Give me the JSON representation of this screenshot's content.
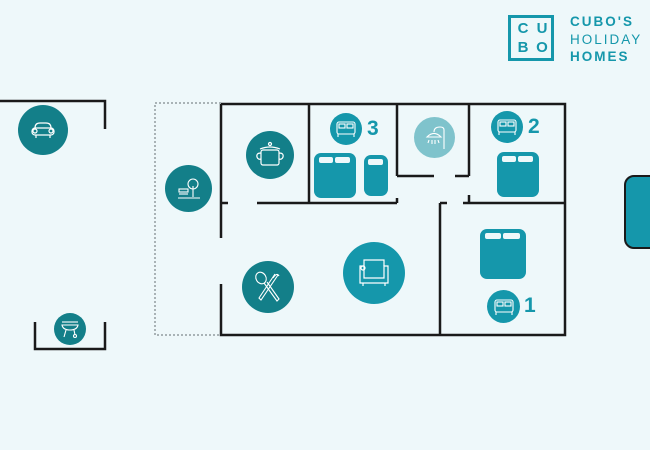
{
  "logo": {
    "letters": [
      "C",
      "U",
      "B",
      "O"
    ],
    "line1": "CUBO'S",
    "line2": "HOLIDAY",
    "line3": "HOMES",
    "color": "#1597ab"
  },
  "rooms": {
    "bedroom_3": {
      "number": "3",
      "icon": "bed-icon"
    },
    "bedroom_2": {
      "number": "2",
      "icon": "bed-icon"
    },
    "bedroom_1": {
      "number": "1",
      "icon": "bed-icon"
    },
    "kitchen": {
      "icon": "cooking-pot-icon"
    },
    "bathroom": {
      "icon": "shower-icon"
    },
    "dining": {
      "icon": "cutlery-icon"
    },
    "living": {
      "icon": "armchair-icon"
    },
    "garden": {
      "icon": "garden-bench-tree-icon"
    },
    "parking": {
      "icon": "car-icon"
    },
    "bbq": {
      "icon": "barbecue-icon"
    },
    "pool": {
      "icon": "pool"
    }
  },
  "colors": {
    "background": "#eef8fa",
    "dark_teal": "#137f89",
    "mid_teal": "#1597ab",
    "light_teal": "#7fc3cc",
    "walls": "#1a1a1a"
  }
}
